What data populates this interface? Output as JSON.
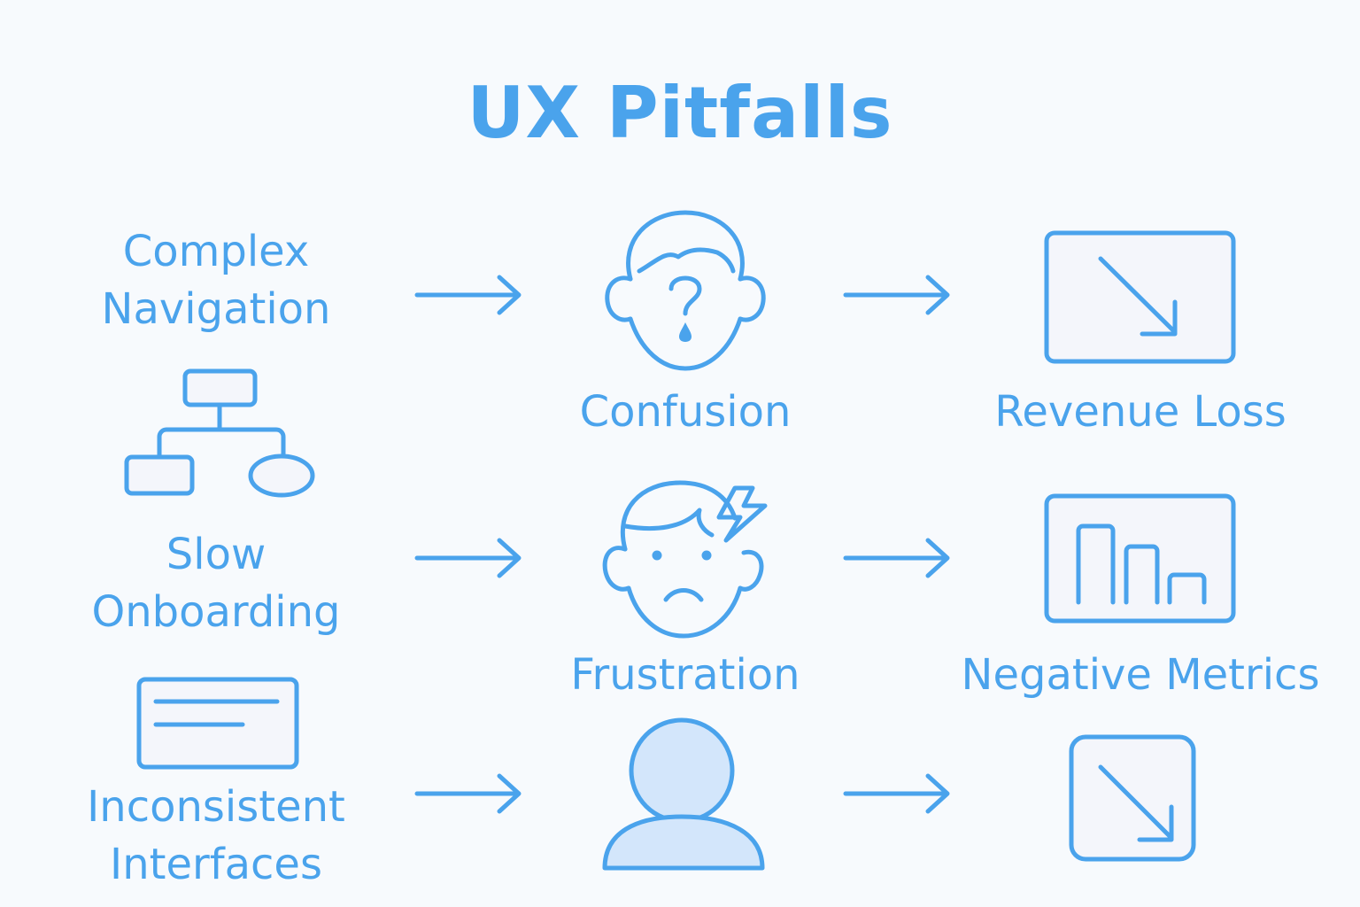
{
  "title": "UX Pitfalls",
  "causes": [
    {
      "line1": "Complex",
      "line2": "Navigation",
      "icon": "sitemap-icon"
    },
    {
      "line1": "Slow",
      "line2": "Onboarding",
      "icon": "document-icon"
    },
    {
      "line1": "Inconsistent",
      "line2": "Interfaces"
    }
  ],
  "effects": [
    {
      "label": "Confusion",
      "icon": "confused-face-icon"
    },
    {
      "label": "Frustration",
      "icon": "frustrated-face-icon"
    },
    {
      "label": "",
      "icon": "user-icon"
    }
  ],
  "outcomes": [
    {
      "label": "Revenue Loss",
      "icon": "trend-down-icon"
    },
    {
      "label": "Negative Metrics",
      "icon": "bar-chart-icon"
    },
    {
      "label": "",
      "icon": "arrow-down-right-icon"
    }
  ],
  "colors": {
    "accent": "#4aa3ec",
    "background": "#f7fafd",
    "box_fill": "#f4f6fb",
    "person_fill": "#d3e6fb"
  }
}
